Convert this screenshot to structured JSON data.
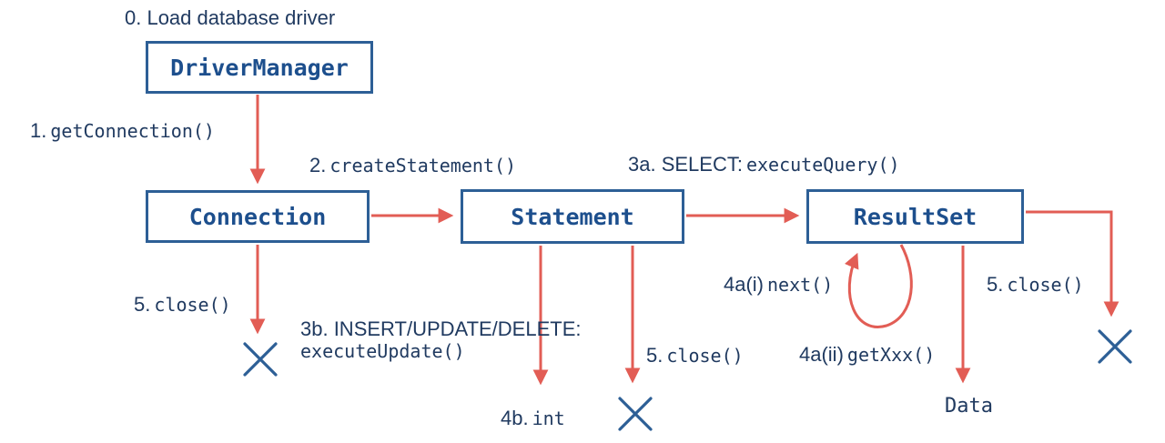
{
  "colors": {
    "background": "#ffffff",
    "box_border": "#2d5f96",
    "box_text": "#1d4f8d",
    "label_text": "#203a60",
    "arrow": "#e25d55",
    "terminator_x": "#2d5f96"
  },
  "nodes": {
    "driver_manager": "DriverManager",
    "connection": "Connection",
    "statement": "Statement",
    "resultset": "ResultSet"
  },
  "labels": {
    "load_driver": "0. Load database driver",
    "get_connection": {
      "prefix": "1.",
      "method": "getConnection()"
    },
    "create_statement": {
      "prefix": "2.",
      "method": "createStatement()"
    },
    "execute_query": {
      "prefix": "3a. SELECT:",
      "method": "executeQuery()"
    },
    "close_connection": {
      "prefix": "5.",
      "method": "close()"
    },
    "execute_update": {
      "prefix": "3b. INSERT/UPDATE/DELETE:",
      "method": "executeUpdate()"
    },
    "int_result": {
      "prefix": "4b.",
      "method": "int"
    },
    "close_statement": {
      "prefix": "5.",
      "method": "close()"
    },
    "next_loop": {
      "prefix": "4a(i)",
      "method": "next()"
    },
    "get_xxx": {
      "prefix": "4a(ii)",
      "method": "getXxx()"
    },
    "close_resultset": {
      "prefix": "5.",
      "method": "close()"
    },
    "data_result": "Data"
  }
}
